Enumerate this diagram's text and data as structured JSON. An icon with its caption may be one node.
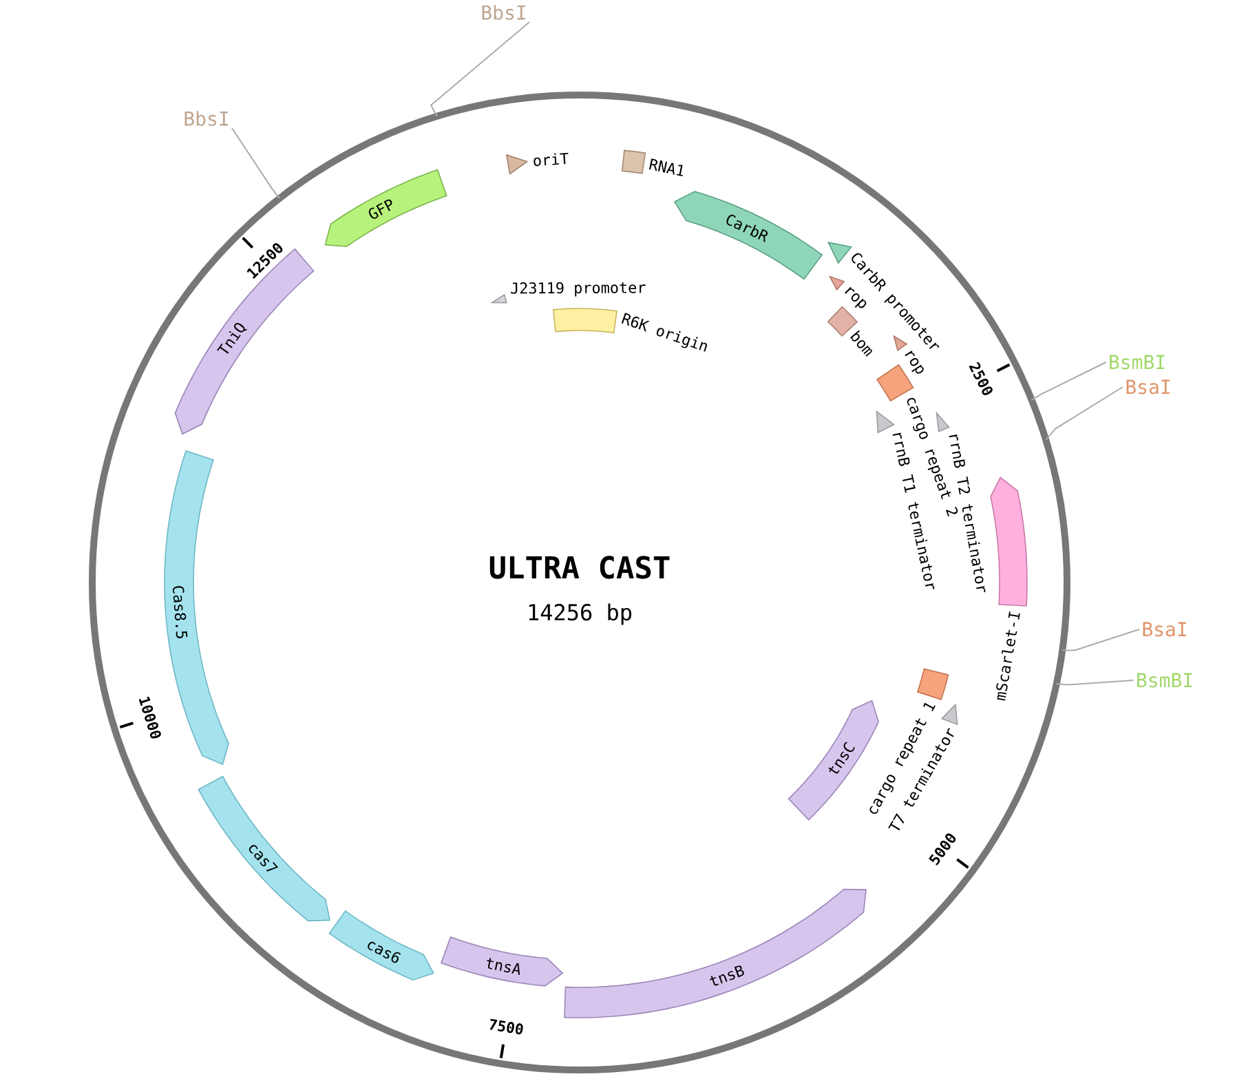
{
  "diagram": {
    "title": "ULTRA CAST",
    "nodes": [
      {
        "text": [],
        "shape": "circle"
      },
      {
        "text": [
          "BbsI"
        ]
      },
      {
        "text": [
          "BbsI"
        ]
      },
      {
        "text": [
          "BsmBI"
        ]
      },
      {
        "text": [
          "BsaI"
        ]
      },
      {
        "text": [
          "BsaI"
        ]
      },
      {
        "text": [
          "BsmBI"
        ]
      },
      {
        "text": [],
        "shape": "triangle",
        "beside": [
          "oriT"
        ],
        "in": 0
      },
      {
        "text": [],
        "shape": "box",
        "beside": [
          "RNA1"
        ],
        "in": 0
      },
      {
        "text": [
          "CarbR"
        ],
        "in": 0
      },
      {
        "text": [],
        "shape": "triangle",
        "beside": [
          "CarbR promoter"
        ],
        "in": 0
      },
      {
        "text": [],
        "shape": "triangle",
        "beside": [
          "rop"
        ],
        "in": 0
      },
      {
        "text": [],
        "shape": "box",
        "beside": [
          "bom"
        ],
        "in": 0
      },
      {
        "text": [],
        "shape": "triangle",
        "beside": [
          "rop"
        ],
        "in": 0
      },
      {
        "text": [],
        "shape": "box",
        "beside": [
          "cargo repeat 2"
        ],
        "in": 0
      },
      {
        "text": [],
        "shape": "triangle",
        "beside": [
          "rrnB T2 terminator"
        ],
        "in": 0
      },
      {
        "text": [],
        "shape": "triangle",
        "beside": [
          "rrnB T1 terminator"
        ],
        "in": 0
      },
      {
        "text": [],
        "shape": "arrow",
        "beside": [
          "mScarlet-I"
        ],
        "in": 0
      },
      {
        "text": [],
        "shape": "box",
        "beside": [
          "cargo repeat 1"
        ],
        "in": 0
      },
      {
        "text": [],
        "shape": "triangle",
        "beside": [
          "T7 terminator"
        ],
        "in": 0
      },
      {
        "text": [
          "tnsC"
        ],
        "in": 0
      },
      {
        "text": [
          "tnsB"
        ],
        "in": 0
      },
      {
        "text": [
          "tnsA"
        ],
        "in": 0
      },
      {
        "text": [
          "cas6"
        ],
        "in": 0
      },
      {
        "text": [
          "cas7"
        ],
        "in": 0
      },
      {
        "text": [
          "Cas8.5"
        ],
        "in": 0
      },
      {
        "text": [
          "TniQ"
        ],
        "in": 0
      },
      {
        "text": [
          "GFP"
        ],
        "in": 0
      },
      {
        "text": [],
        "shape": "triangle",
        "beside": [
          "J23119 promoter"
        ],
        "in": 0
      },
      {
        "text": [],
        "shape": "box",
        "beside": [
          "R6K origin"
        ],
        "in": 0
      }
    ],
    "edges": [
      {
        "from": 1,
        "to": 0,
        "arrow": "none"
      },
      {
        "from": 2,
        "to": 0,
        "arrow": "none"
      },
      {
        "from": 3,
        "to": 0,
        "arrow": "none"
      },
      {
        "from": 4,
        "to": 0,
        "arrow": "none"
      },
      {
        "from": 5,
        "to": 0,
        "arrow": "none"
      },
      {
        "from": 6,
        "to": 0,
        "arrow": "none"
      }
    ],
    "labels": [
      "14256 bp",
      "2500",
      "5000",
      "7500",
      "10000",
      "12500"
    ]
  }
}
